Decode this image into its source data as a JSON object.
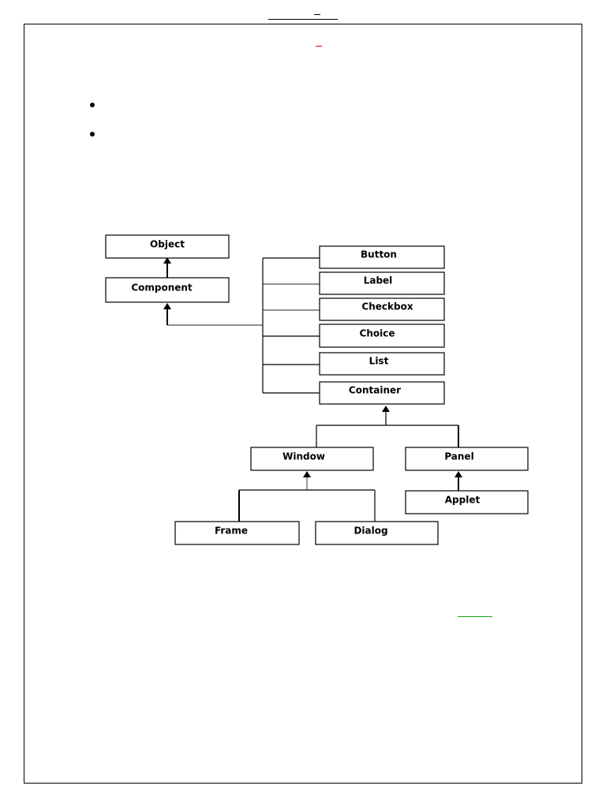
{
  "diagram": {
    "nodes": [
      {
        "id": "object",
        "label": "Object"
      },
      {
        "id": "component",
        "label": "Component"
      },
      {
        "id": "button",
        "label": "Button"
      },
      {
        "id": "label",
        "label": "Label"
      },
      {
        "id": "checkbox",
        "label": "Checkbox"
      },
      {
        "id": "choice",
        "label": "Choice"
      },
      {
        "id": "list",
        "label": "List"
      },
      {
        "id": "container",
        "label": "Container"
      },
      {
        "id": "window",
        "label": "Window"
      },
      {
        "id": "panel",
        "label": "Panel"
      },
      {
        "id": "applet",
        "label": "Applet"
      },
      {
        "id": "frame",
        "label": "Frame"
      },
      {
        "id": "dialog",
        "label": "Dialog"
      }
    ],
    "edges": [
      {
        "from": "component",
        "to": "object"
      },
      {
        "from": "button",
        "to": "component"
      },
      {
        "from": "label",
        "to": "component"
      },
      {
        "from": "checkbox",
        "to": "component"
      },
      {
        "from": "choice",
        "to": "component"
      },
      {
        "from": "list",
        "to": "component"
      },
      {
        "from": "container",
        "to": "component"
      },
      {
        "from": "window",
        "to": "container"
      },
      {
        "from": "panel",
        "to": "container"
      },
      {
        "from": "applet",
        "to": "panel"
      },
      {
        "from": "frame",
        "to": "window"
      },
      {
        "from": "dialog",
        "to": "window"
      }
    ]
  }
}
